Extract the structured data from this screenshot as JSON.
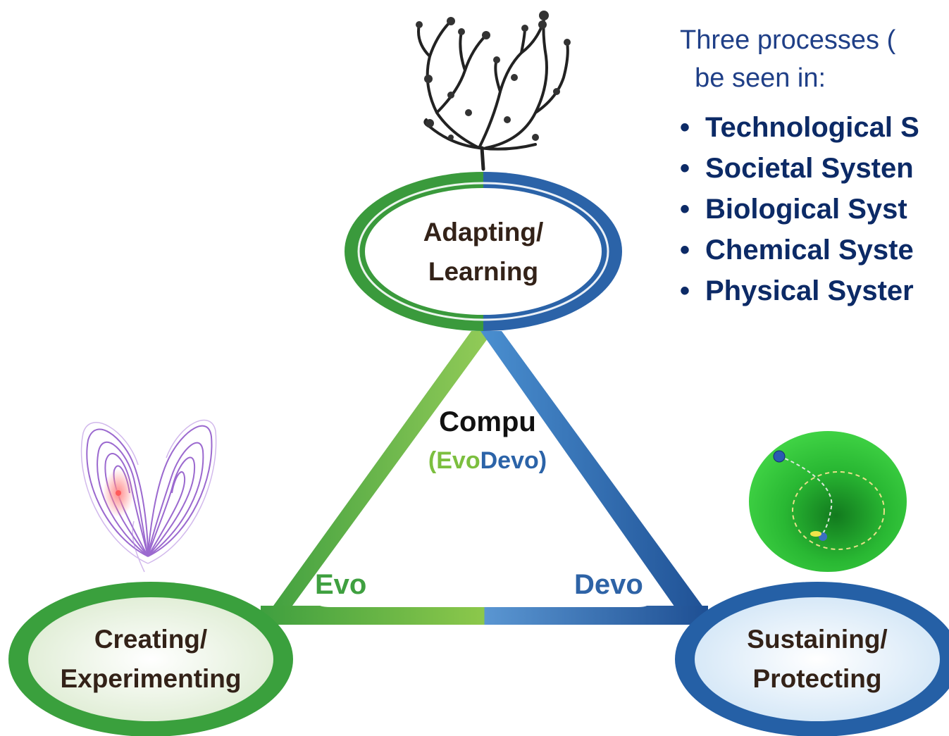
{
  "heading": {
    "line1": "Three processes (",
    "line2": "  be seen in:"
  },
  "systems": [
    "Technological S",
    "Societal Systen",
    "Biological Syst",
    "Chemical Syste",
    "Physical Syster"
  ],
  "nodes": {
    "top": {
      "line1": "Adapting/",
      "line2": "Learning"
    },
    "left": {
      "line1": "Creating/",
      "line2": "Experimenting"
    },
    "right": {
      "line1": "Sustaining/",
      "line2": "Protecting"
    }
  },
  "center": {
    "title": "Compu",
    "open": "(",
    "evo": "Evo",
    "devo": "Devo",
    "close": ")"
  },
  "edges": {
    "evo": "Evo",
    "devo": "Devo"
  },
  "icons": {
    "tree": "phylogenetic-tree-icon",
    "attractor": "lorenz-attractor-icon",
    "basin": "stability-basin-icon"
  },
  "colors": {
    "green": "#3fa040",
    "light_green": "#8cc84b",
    "blue": "#2e63a6",
    "dark_blue": "#1e4f93",
    "text_navy": "#0c2a66",
    "heading_blue": "#1f3f87",
    "label_brown": "#332218",
    "attractor_purple": "#8a4fc7",
    "basin_green": "#33c93a"
  }
}
